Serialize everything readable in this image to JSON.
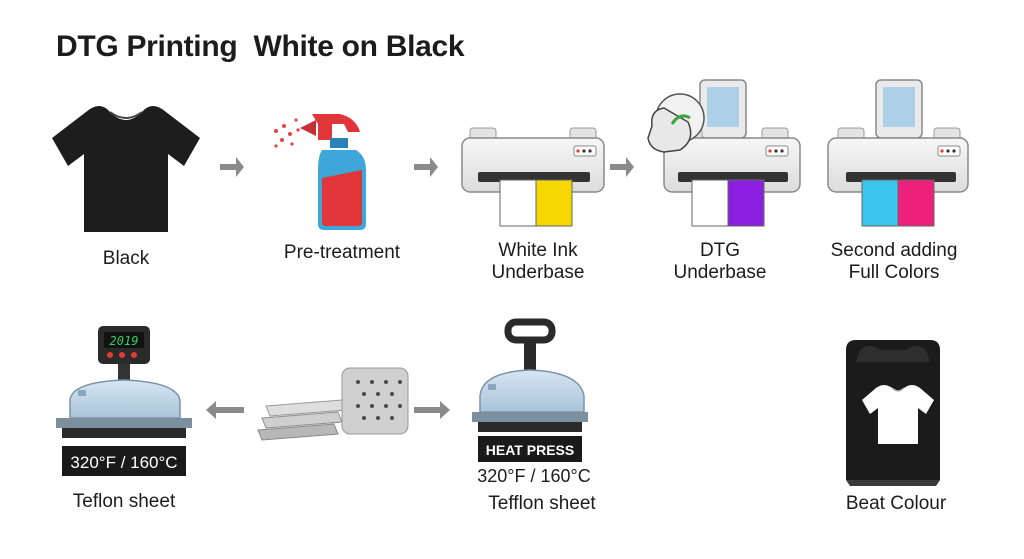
{
  "title": "DTG Printing  White on Black",
  "steps": [
    {
      "line1": "Black",
      "line2": ""
    },
    {
      "line1": "Pre-treatment",
      "line2": ""
    },
    {
      "line1": "White Ink",
      "line2": "Underbase"
    },
    {
      "line1": "DTG",
      "line2": "Underbase"
    },
    {
      "line1": "Second adding",
      "line2": "Full Colors"
    }
  ],
  "bottom": {
    "press_left": {
      "display": "2019",
      "temperature": "320°F / 160°C",
      "label": "Teflon sheet"
    },
    "press_right": {
      "brand": "HEAT PRESS",
      "temperature": "320°F / 160°C",
      "label": "Tefflon sheet"
    },
    "final": {
      "label": "Beat Colour"
    }
  },
  "colors": {
    "white_ink": "#ffffff",
    "yellow_ink": "#f5d800",
    "purple_ink": "#8a1fe0",
    "cyan_ink": "#38c6ef",
    "magenta_ink": "#ef1f7c",
    "press_blue": "#bcd3e6",
    "spray_red": "#e0363a",
    "spray_blue": "#3ea6d8",
    "display_green": "#31d35a",
    "display_red": "#e53935"
  },
  "icons": [
    "tshirt-black-icon",
    "spray-bottle-icon",
    "printer-icon",
    "heat-press-icon",
    "teflon-sheet-icon",
    "folded-shirt-icon",
    "arrow-right-icon",
    "arrow-left-icon"
  ]
}
